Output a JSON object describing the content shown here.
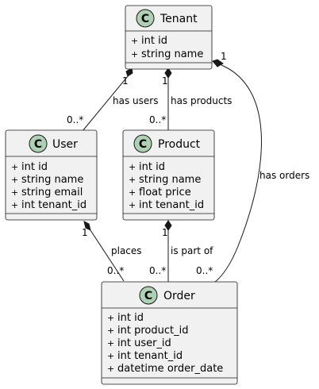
{
  "classes": {
    "tenant": {
      "name": "Tenant",
      "attributes": [
        {
          "vis": "+",
          "text": "int id"
        },
        {
          "vis": "+",
          "text": "string name"
        }
      ]
    },
    "user": {
      "name": "User",
      "attributes": [
        {
          "vis": "+",
          "text": "int id"
        },
        {
          "vis": "+",
          "text": "string name"
        },
        {
          "vis": "+",
          "text": "string email"
        },
        {
          "vis": "+",
          "text": "int tenant_id"
        }
      ]
    },
    "product": {
      "name": "Product",
      "attributes": [
        {
          "vis": "+",
          "text": "int id"
        },
        {
          "vis": "+",
          "text": "string name"
        },
        {
          "vis": "+",
          "text": "float price"
        },
        {
          "vis": "+",
          "text": "int tenant_id"
        }
      ]
    },
    "order": {
      "name": "Order",
      "attributes": [
        {
          "vis": "+",
          "text": "int id"
        },
        {
          "vis": "+",
          "text": "int product_id"
        },
        {
          "vis": "+",
          "text": "int user_id"
        },
        {
          "vis": "+",
          "text": "int tenant_id"
        },
        {
          "vis": "+",
          "text": "datetime order_date"
        }
      ]
    }
  },
  "class_icon": "C",
  "relations": {
    "tenant_user": {
      "label": "has users",
      "from_mult": "1",
      "to_mult": "0..*"
    },
    "tenant_product": {
      "label": "has products",
      "from_mult": "1",
      "to_mult": "0..*"
    },
    "tenant_order": {
      "label": "has orders",
      "from_mult": "1",
      "to_mult": "0..*"
    },
    "user_order": {
      "label": "places",
      "from_mult": "1",
      "to_mult": "0..*"
    },
    "product_order": {
      "label": "is part of",
      "from_mult": "1",
      "to_mult": "0..*"
    }
  },
  "colors": {
    "class_fill": "#f1f1f1",
    "circle": "#add1b2",
    "line": "#181818"
  }
}
